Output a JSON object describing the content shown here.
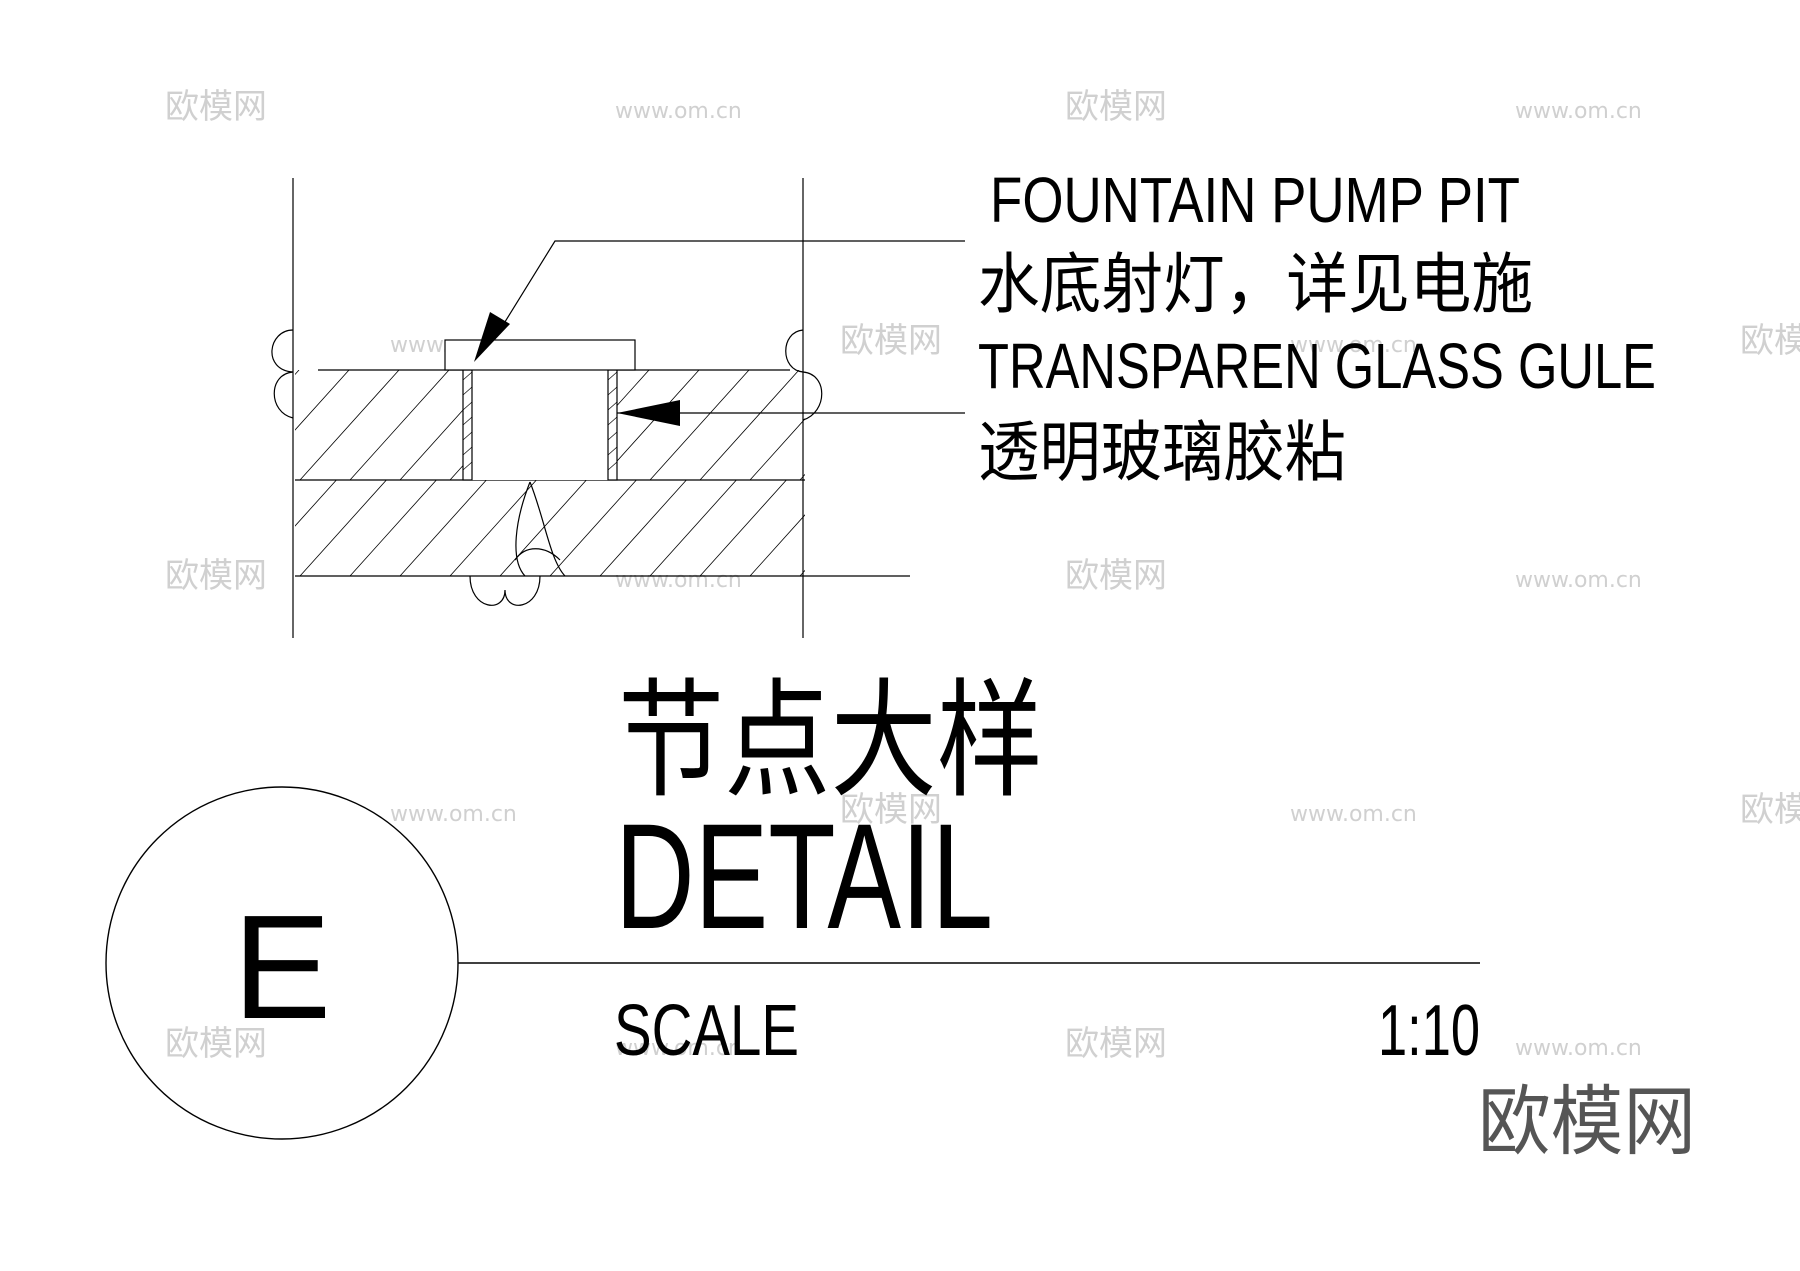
{
  "labels": {
    "pump_pit": "FOUNTAIN  PUMP PIT",
    "light_cn": "水底射灯，详见电施",
    "glass_glue": "TRANSPAREN GLASS GULE",
    "glass_glue_cn": "透明玻璃胶粘"
  },
  "title_block": {
    "title_cn": "节点大样",
    "title_en": "DETAIL",
    "detail_id": "E",
    "scale_label": "SCALE",
    "scale_value": "1:10"
  },
  "watermark": {
    "logo_text": "欧模网",
    "url_text": "www.om.cn"
  },
  "colors": {
    "line": "#000000",
    "watermark": "#d0d0d0",
    "logo": "#555555",
    "background": "#ffffff"
  }
}
